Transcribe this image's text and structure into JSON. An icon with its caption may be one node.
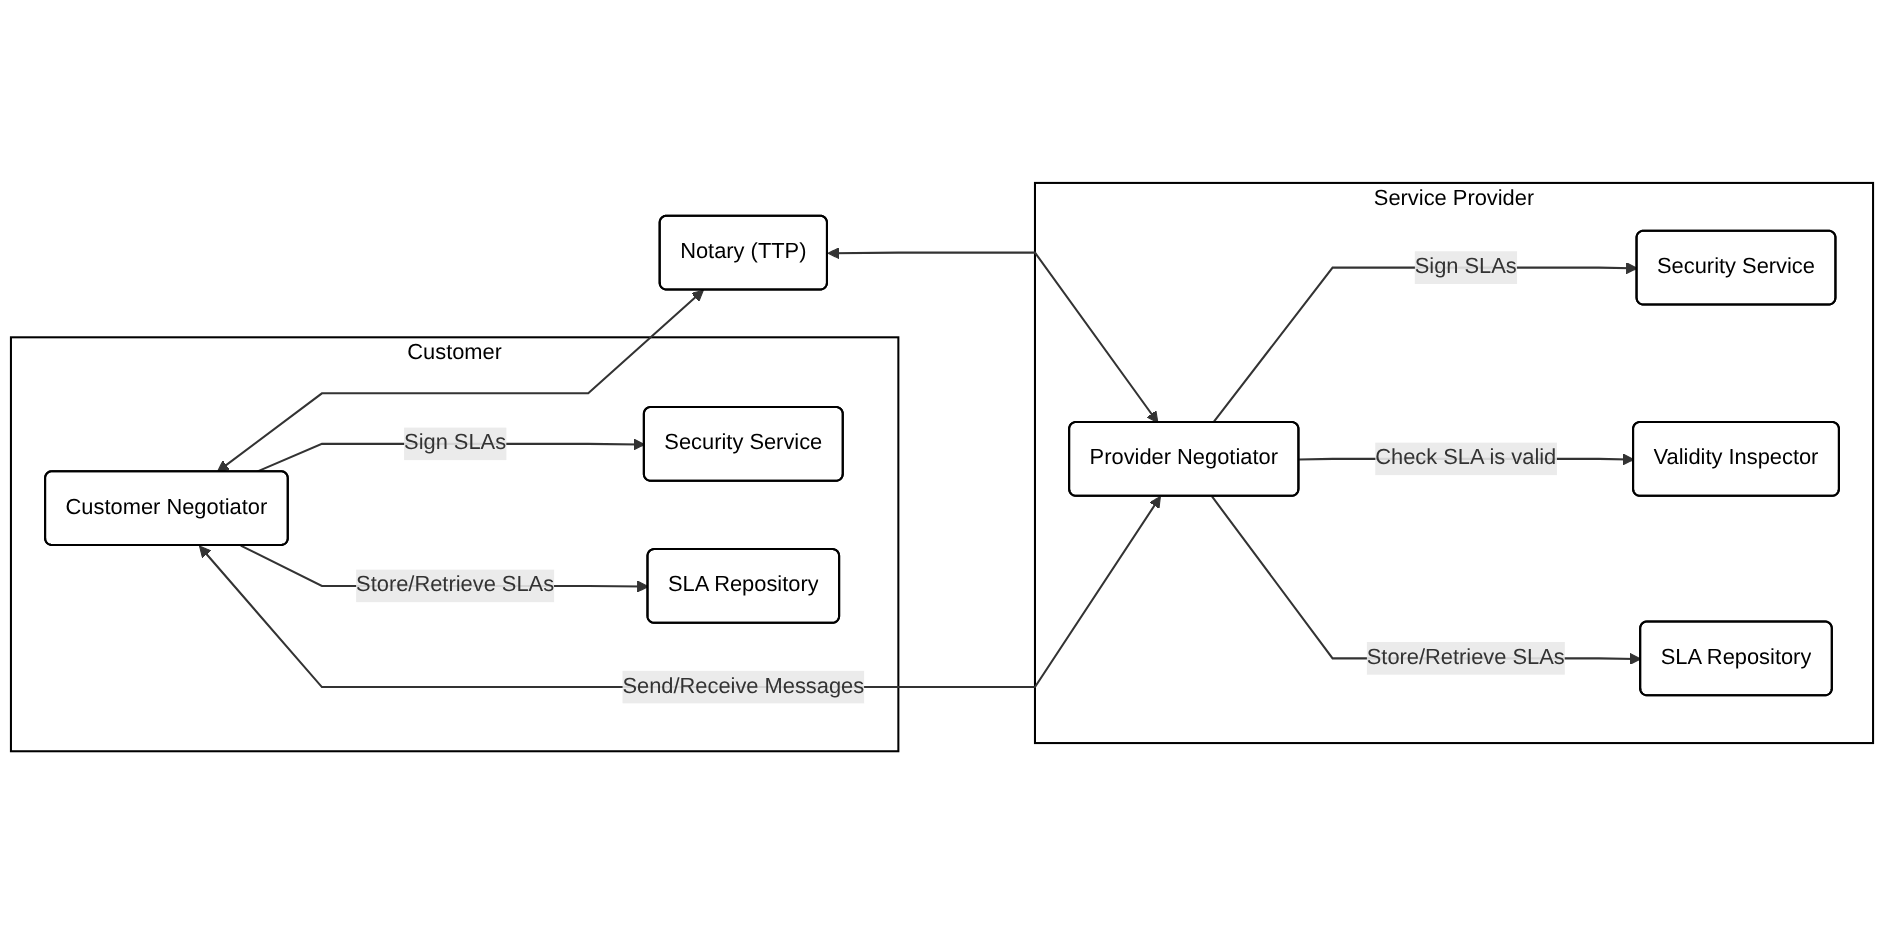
{
  "diagram": {
    "nodes": [
      {
        "text": [
          "Customer"
        ]
      },
      {
        "text": [
          "Security Service"
        ],
        "in": 0
      },
      {
        "text": [
          "Customer Negotiator"
        ],
        "in": 0
      },
      {
        "text": [
          "SLA Repository"
        ],
        "in": 0
      },
      {
        "text": [
          "Notary (TTP)"
        ]
      },
      {
        "text": [
          "Service Provider"
        ]
      },
      {
        "text": [
          "Security Service"
        ],
        "in": 5
      },
      {
        "text": [
          "Provider Negotiator"
        ],
        "in": 5
      },
      {
        "text": [
          "Validity Inspector"
        ],
        "in": 5
      },
      {
        "text": [
          "SLA Repository"
        ],
        "in": 5
      }
    ],
    "edges": [
      {
        "from": 2,
        "to": 1,
        "arrow": "to",
        "label": "Sign SLAs"
      },
      {
        "from": 2,
        "to": 3,
        "arrow": "to",
        "label": "Store/Retrieve SLAs"
      },
      {
        "from": 2,
        "to": 4,
        "arrow": "both"
      },
      {
        "from": 4,
        "to": 7,
        "arrow": "both"
      },
      {
        "from": 2,
        "to": 7,
        "arrow": "both",
        "label": "Send/Receive Messages"
      },
      {
        "from": 7,
        "to": 6,
        "arrow": "to",
        "label": "Sign SLAs"
      },
      {
        "from": 7,
        "to": 8,
        "arrow": "to",
        "label": "Check SLA is valid"
      },
      {
        "from": 7,
        "to": 9,
        "arrow": "to",
        "label": "Store/Retrieve SLAs"
      }
    ]
  }
}
